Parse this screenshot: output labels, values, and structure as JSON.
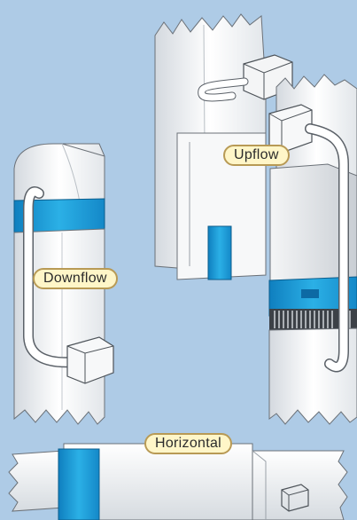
{
  "labels": {
    "downflow": "Downflow",
    "upflow": "Upflow",
    "horizontal": "Horizontal"
  },
  "colors": {
    "background": "#aecbe6",
    "duct": "#eceef0",
    "furnace_blue": "#1aa0d8",
    "label_fill": "#fff6c8",
    "label_border": "#b89a55"
  }
}
